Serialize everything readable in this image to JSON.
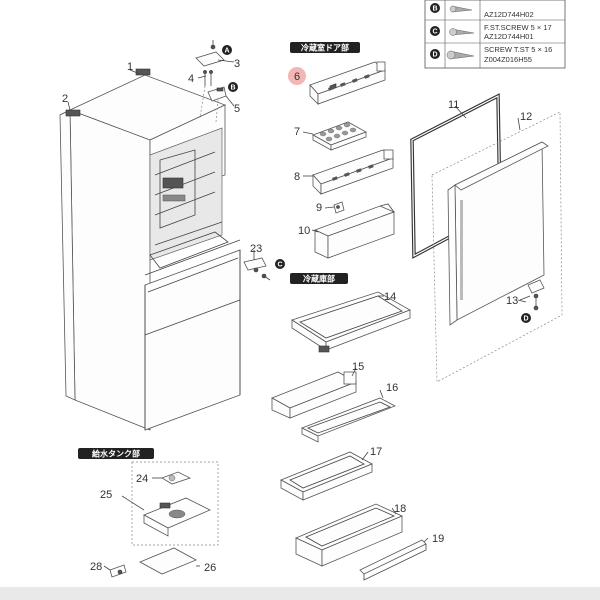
{
  "sections": {
    "door_pocket": "冷蔵室ドア部",
    "fridge_interior": "冷蔵庫部",
    "water_tank": "給水タンク部"
  },
  "legend": [
    {
      "mark": "B",
      "line1": "",
      "line2": "AZ12D744H02"
    },
    {
      "mark": "C",
      "line1": "F.ST.SCREW 5 × 17",
      "line2": "AZ12D744H01"
    },
    {
      "mark": "D",
      "line1": "SCREW T.ST 5 × 16",
      "line2": "Z004Z016H55"
    }
  ],
  "callouts": {
    "A": "A",
    "B": "B",
    "C": "C",
    "D": "D"
  },
  "parts": {
    "p1": "1",
    "p2": "2",
    "p3": "3",
    "p4": "4",
    "p5": "5",
    "p6": "6",
    "p7": "7",
    "p8": "8",
    "p9": "9",
    "p10": "10",
    "p11": "11",
    "p12": "12",
    "p13": "13",
    "p14": "14",
    "p15": "15",
    "p16": "16",
    "p17": "17",
    "p18": "18",
    "p19": "19",
    "p23": "23",
    "p24": "24",
    "p25": "25",
    "p26": "26",
    "p28": "28"
  },
  "highlight_color": "#f3b6b6"
}
